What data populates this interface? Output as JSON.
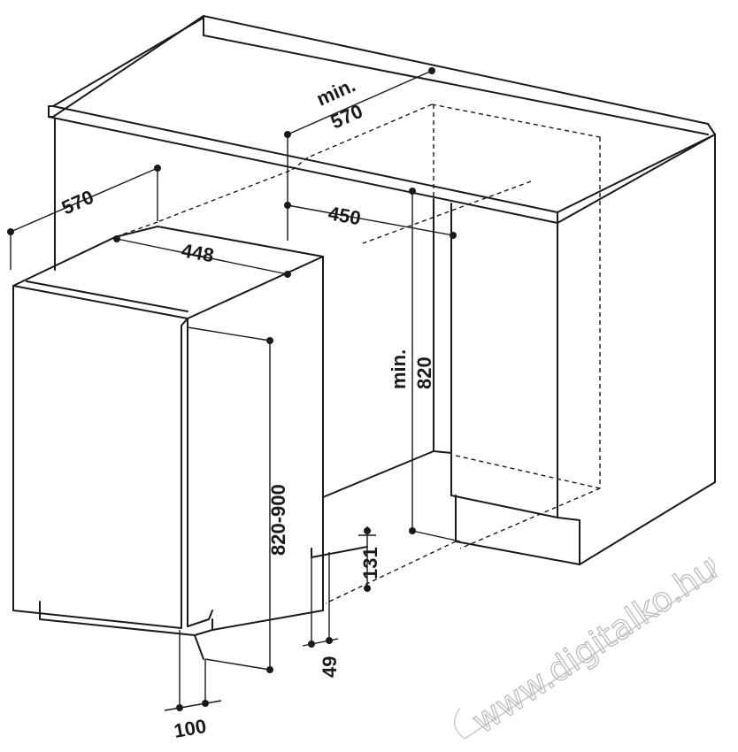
{
  "dimensions": {
    "niche_depth_min_prefix": "min.",
    "niche_depth_min_value": "570",
    "appliance_depth": "570",
    "niche_width": "450",
    "appliance_width": "448",
    "niche_height_min_prefix": "min.",
    "niche_height_min_value": "820",
    "appliance_height": "820-900",
    "plinth_height": "131",
    "plinth_setback": "49",
    "door_setback": "100"
  },
  "watermark": "www.digitalko.hu",
  "colors": {
    "line": "#1a1a1a",
    "watermark": "#b8b8b8",
    "background": "#ffffff"
  }
}
